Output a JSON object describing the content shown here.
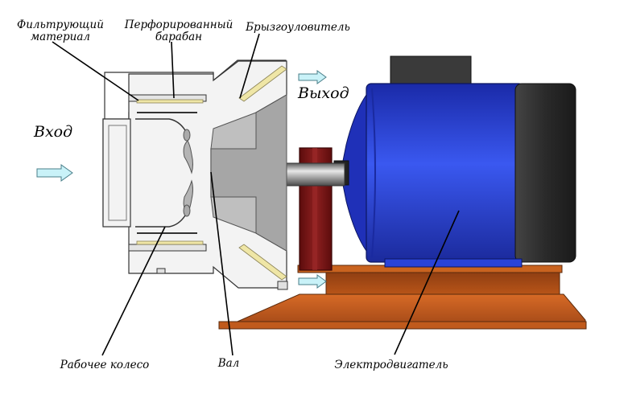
{
  "labels": {
    "filter_material_line1": "Фильтрующий",
    "filter_material_line2": "материал",
    "perforated_drum_line1": "Перфорированный",
    "perforated_drum_line2": "барабан",
    "spray_catcher": "Брызгоуловитель",
    "outlet": "Выход",
    "inlet": "Вход",
    "impeller": "Рабочее колесо",
    "shaft": "Вал",
    "motor": "Электродвигатель"
  },
  "colors": {
    "motor_body": "#2a43d8",
    "motor_cap": "#2e2e2e",
    "coupling": "#7a1414",
    "base": "#c25a1e",
    "base_dark": "#9a4418",
    "housing": "#f2f2f2",
    "housing_gray": "#9c9c9c",
    "filter_layer": "#f0e9b4",
    "shaft": "#a8a8a8",
    "arrow": "#c9f2f8"
  },
  "icons": {
    "inlet_arrow": "arrow-right-icon",
    "outlet_arrow": "arrow-right-icon"
  }
}
